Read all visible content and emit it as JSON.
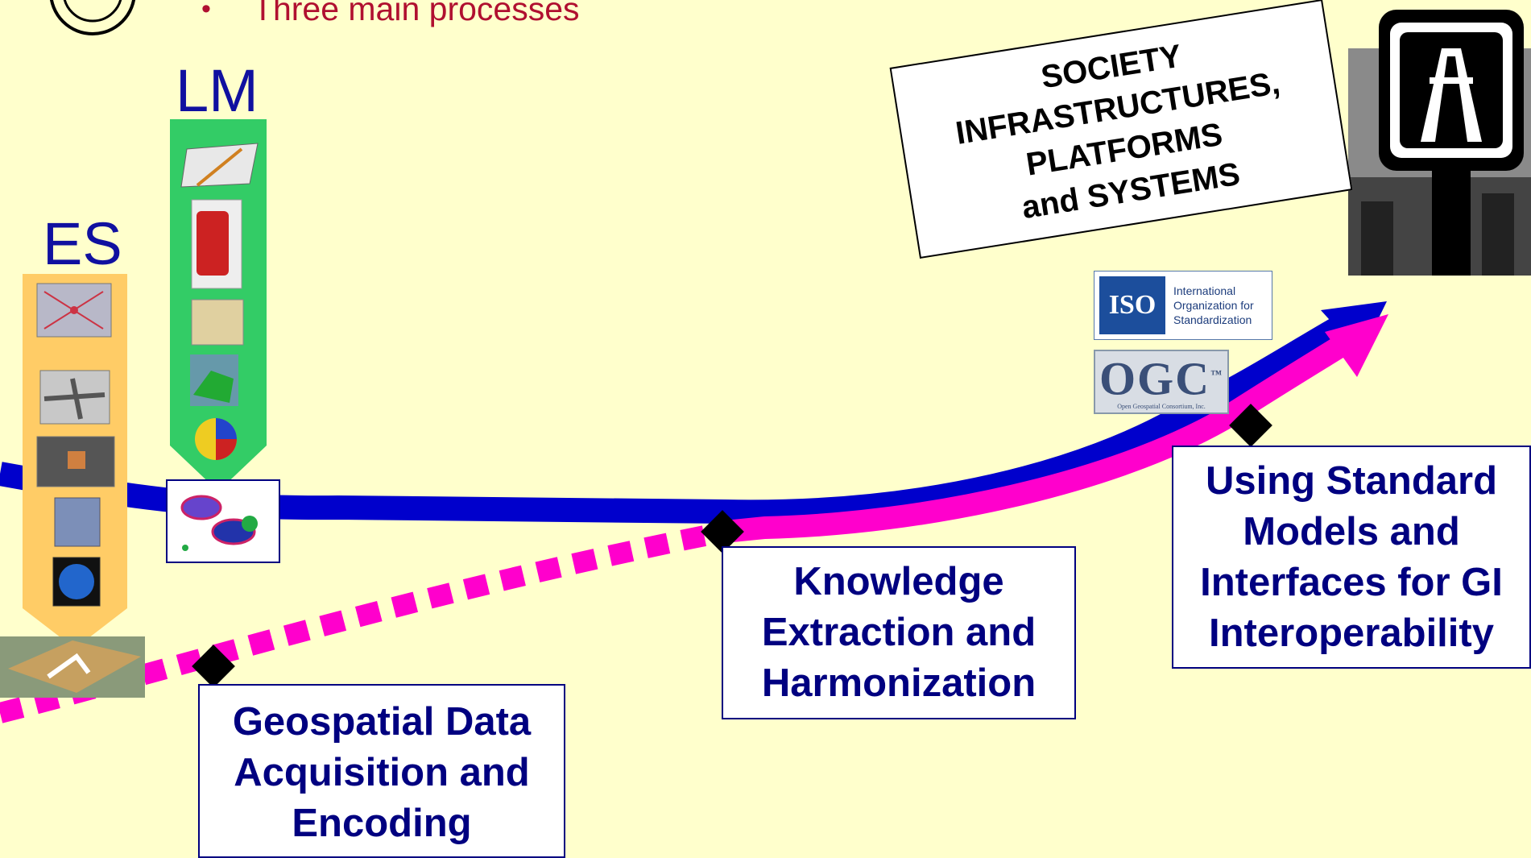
{
  "bullet": {
    "symbol": "•",
    "text": "Three main processes"
  },
  "columns": {
    "es": {
      "label": "ES"
    },
    "lm": {
      "label": "LM"
    }
  },
  "society": {
    "lines": [
      "SOCIETY",
      "INFRASTRUCTURES,",
      "PLATFORMS",
      "and SYSTEMS"
    ]
  },
  "standards": {
    "iso": {
      "emblem": "ISO",
      "lines": [
        "International",
        "Organization for",
        "Standardization"
      ]
    },
    "ogc": {
      "emblem": "OGC",
      "tm": "™",
      "subtitle": "Open Geospatial Consortium, Inc."
    }
  },
  "processes": [
    {
      "lines": [
        "Geospatial Data",
        "Acquisition and",
        "Encoding"
      ]
    },
    {
      "lines": [
        "Knowledge",
        "Extraction and",
        "Harmonization"
      ]
    },
    {
      "lines": [
        "Using Standard",
        "Models and",
        "Interfaces for GI",
        "Interoperability"
      ]
    }
  ],
  "colors": {
    "background": "#ffffcc",
    "blue_curve": "#0000cc",
    "magenta_curve": "#ff00cc",
    "es_column": "#ffcc66",
    "lm_column": "#33cc66",
    "process_text": "#000080",
    "bullet_text": "#b01030"
  }
}
